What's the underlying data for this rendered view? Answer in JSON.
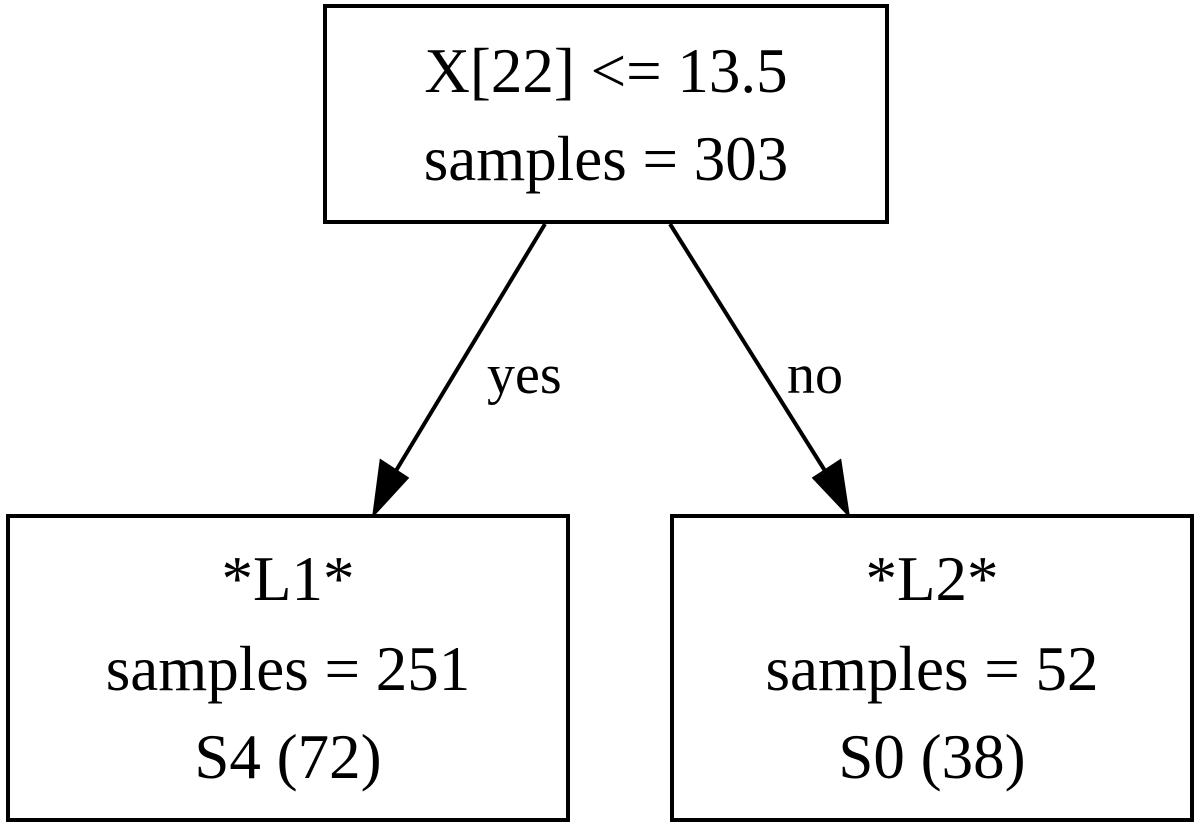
{
  "diagram": {
    "root": {
      "line1": "X[22] <= 13.5",
      "line2": "samples = 303"
    },
    "left_leaf": {
      "line1": "*L1*",
      "line2": "samples = 251",
      "line3": "S4 (72)"
    },
    "right_leaf": {
      "line1": "*L2*",
      "line2": "samples = 52",
      "line3": "S0 (38)"
    },
    "edges": {
      "yes_label": "yes",
      "no_label": "no"
    },
    "colors": {
      "stroke": "#000000",
      "background": "#ffffff"
    }
  }
}
